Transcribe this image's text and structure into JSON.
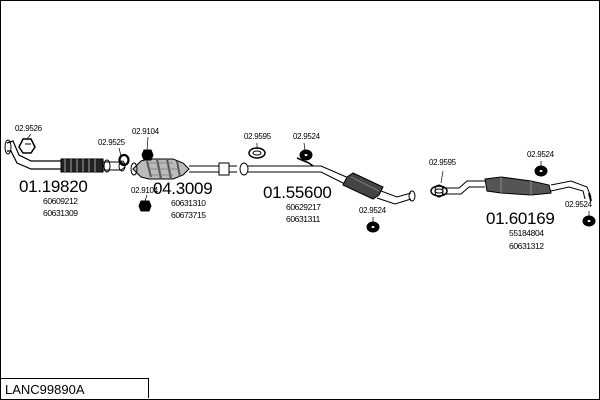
{
  "kit_code": "LANC99890A",
  "parts": [
    {
      "id": "p1",
      "number": "01.19820",
      "oe": [
        "60609212",
        "60631309"
      ]
    },
    {
      "id": "p2",
      "number": "04.3009",
      "oe": [
        "60631310",
        "60673715"
      ]
    },
    {
      "id": "p3",
      "number": "01.55600",
      "oe": [
        "60629217",
        "60631311"
      ]
    },
    {
      "id": "p4",
      "number": "01.60169",
      "oe": [
        "55184804",
        "60631312"
      ]
    }
  ],
  "accessories": [
    {
      "id": "a1",
      "ref": "02.9526"
    },
    {
      "id": "a2",
      "ref": "02.9525"
    },
    {
      "id": "a3",
      "ref": "02.9104"
    },
    {
      "id": "a4",
      "ref": "02.9104"
    },
    {
      "id": "a5",
      "ref": "02.9595"
    },
    {
      "id": "a6",
      "ref": "02.9524"
    },
    {
      "id": "a7",
      "ref": "02.9524"
    },
    {
      "id": "a8",
      "ref": "02.9595"
    },
    {
      "id": "a9",
      "ref": "02.9524"
    },
    {
      "id": "a10",
      "ref": "02.9524"
    }
  ]
}
